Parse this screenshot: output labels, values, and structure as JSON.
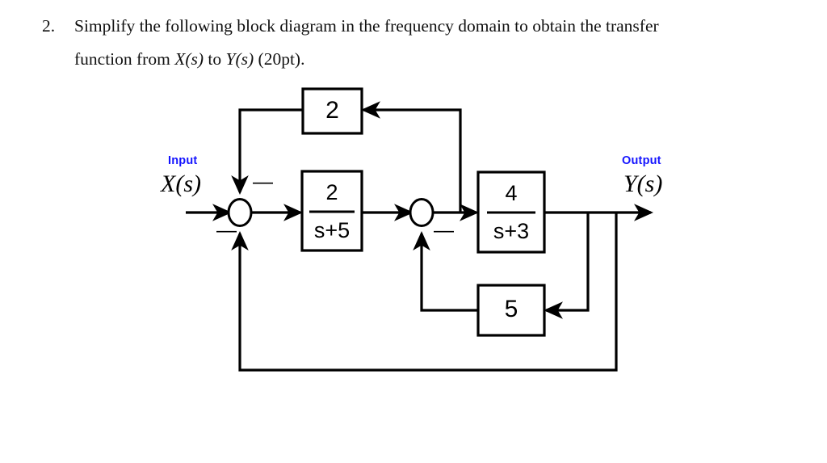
{
  "question": {
    "number": "2.",
    "line1": "Simplify the following block diagram in the frequency domain to obtain the transfer",
    "line2_pre": "function from ",
    "line2_x": "X(s)",
    "line2_mid": " to ",
    "line2_y": "Y(s)",
    "line2_post": " (20pt)."
  },
  "diagram": {
    "type": "control-block-diagram",
    "input": {
      "kicker": "Input",
      "symbol": "X(s)"
    },
    "output": {
      "kicker": "Output",
      "symbol": "Y(s)"
    },
    "blocks": [
      {
        "id": "gain-2-feedback",
        "label": "2",
        "kind": "gain",
        "numerator": "2",
        "denominator": ""
      },
      {
        "id": "tf-2-over-s-plus-5",
        "label": "2/(s+5)",
        "kind": "transfer-function",
        "numerator": "2",
        "denominator": "s+5"
      },
      {
        "id": "tf-4-over-s-plus-3",
        "label": "4/(s+3)",
        "kind": "transfer-function",
        "numerator": "4",
        "denominator": "s+3"
      },
      {
        "id": "gain-5-feedback",
        "label": "5",
        "kind": "gain",
        "numerator": "5",
        "denominator": ""
      }
    ],
    "summing_junctions": [
      {
        "id": "sum-1",
        "signs": [
          "+",
          "-",
          "-"
        ],
        "sign_top": "—",
        "sign_bottom": "—"
      },
      {
        "id": "sum-2",
        "signs": [
          "+",
          "-"
        ],
        "sign_bottom": "—"
      }
    ],
    "colors": {
      "line": "#000000",
      "label_blue": "#1414ff",
      "background": "#ffffff"
    }
  }
}
